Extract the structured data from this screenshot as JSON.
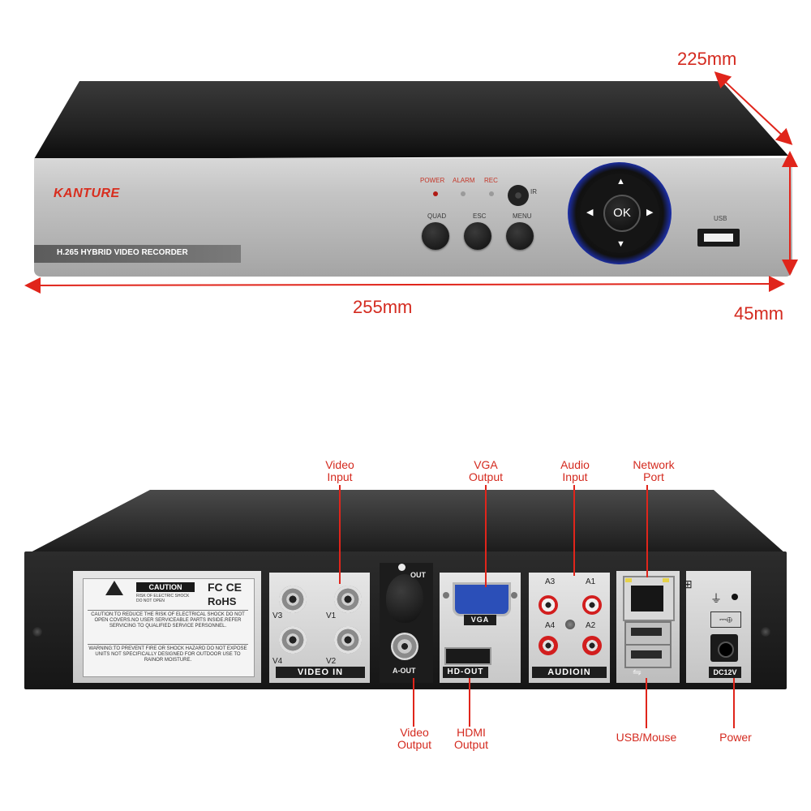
{
  "front": {
    "brand": "KANTURE",
    "subtitle": "H.265 HYBRID VIDEO RECORDER",
    "led_labels": [
      "POWER",
      "ALARM",
      "REC"
    ],
    "ir_label": "IR",
    "buttons": [
      "QUAD",
      "ESC",
      "MENU"
    ],
    "ok_label": "OK",
    "usb_label": "USB"
  },
  "dimensions": {
    "depth": "225mm",
    "width": "255mm",
    "height": "45mm"
  },
  "back": {
    "caution_title": "CAUTION",
    "caution_sub": "RISK OF ELECTRIC SHOCK DO NOT OPEN",
    "cert_fc": "FC",
    "cert_ce": "CE",
    "cert_rohs": "RoHS",
    "caution_text_1": "CAUTION:TO REDUCE THE RISK OF ELECTRICAL SHOCK DO NOT OPEN COVERS.NO USER SERVICEABLE PARTS INSIDE.REFER SERVICING TO QUALIFIED SERVICE PERSONNEL.",
    "caution_text_2": "WARNING:TO PREVENT FIRE OR SHOCK HAZARD DO NOT EXPOSE UNITS NOT SPECIFICALLY DESIGNED FOR OUTDOOR USE TO RAINOR MOISTURE.",
    "video_channels": [
      "V3",
      "V1",
      "V4",
      "V2"
    ],
    "video_in_label": "VIDEO IN",
    "out_label": "OUT",
    "a_out_label": "A-OUT",
    "vga_label": "VGA",
    "hd_out_label": "HD-OUT",
    "audio_channels": [
      "A3",
      "A1",
      "A4",
      "A2"
    ],
    "audio_in_label": "AUDIOIN",
    "dc_label": "DC12V"
  },
  "callouts": {
    "video_input": [
      "Video",
      "Input"
    ],
    "vga_output": [
      "VGA",
      "Output"
    ],
    "audio_input": [
      "Audio",
      "Input"
    ],
    "network_port": [
      "Network",
      "Port"
    ],
    "video_output": [
      "Video",
      "Output"
    ],
    "hdmi_output": [
      "HDMI",
      "Output"
    ],
    "usb_mouse": "USB/Mouse",
    "power": "Power"
  },
  "colors": {
    "accent_red": "#e0251b",
    "dpad_blue": "#2f44e6",
    "vga_blue": "#2b4fb8",
    "audio_red": "#d21e1e",
    "audio_white": "#f0f0f0"
  }
}
